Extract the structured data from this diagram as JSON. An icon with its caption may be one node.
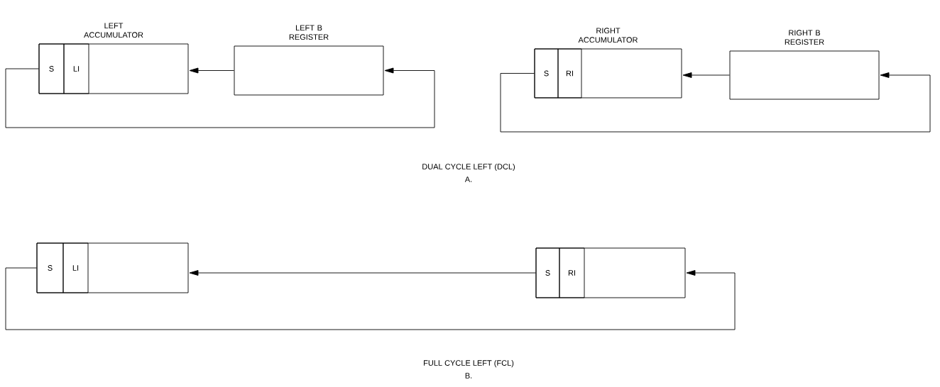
{
  "diagram": {
    "nodes": [
      {
        "text": [
          "LEFT ACCUMULATOR"
        ]
      },
      {
        "text": [
          "S"
        ],
        "in": 0
      },
      {
        "text": [
          "LI"
        ],
        "in": 0
      },
      {
        "text": [
          "LEFT B REGISTER"
        ]
      },
      {
        "text": [
          "RIGHT ACCUMULATOR"
        ]
      },
      {
        "text": [
          "S"
        ],
        "in": 4
      },
      {
        "text": [
          "RI"
        ],
        "in": 4
      },
      {
        "text": [
          "RIGHT B REGISTER"
        ]
      },
      {
        "text": [],
        "shape": "box"
      },
      {
        "text": [
          "S"
        ],
        "in": 8
      },
      {
        "text": [
          "LI"
        ],
        "in": 8
      },
      {
        "text": [],
        "shape": "box"
      },
      {
        "text": [
          "S"
        ],
        "in": 11
      },
      {
        "text": [
          "RI"
        ],
        "in": 11
      }
    ],
    "edges": [
      {
        "from": 3,
        "to": 0,
        "arrow": "to"
      },
      {
        "from": 1,
        "to": 3,
        "arrow": "to"
      },
      {
        "from": 7,
        "to": 4,
        "arrow": "to"
      },
      {
        "from": 5,
        "to": 7,
        "arrow": "to"
      },
      {
        "from": 11,
        "to": 8,
        "arrow": "to"
      },
      {
        "from": 9,
        "to": 11,
        "arrow": "to"
      }
    ],
    "labels": [
      "DUAL CYCLE LEFT (DCL)",
      "A.",
      "FULL CYCLE LEFT (FCL)",
      "B."
    ]
  }
}
